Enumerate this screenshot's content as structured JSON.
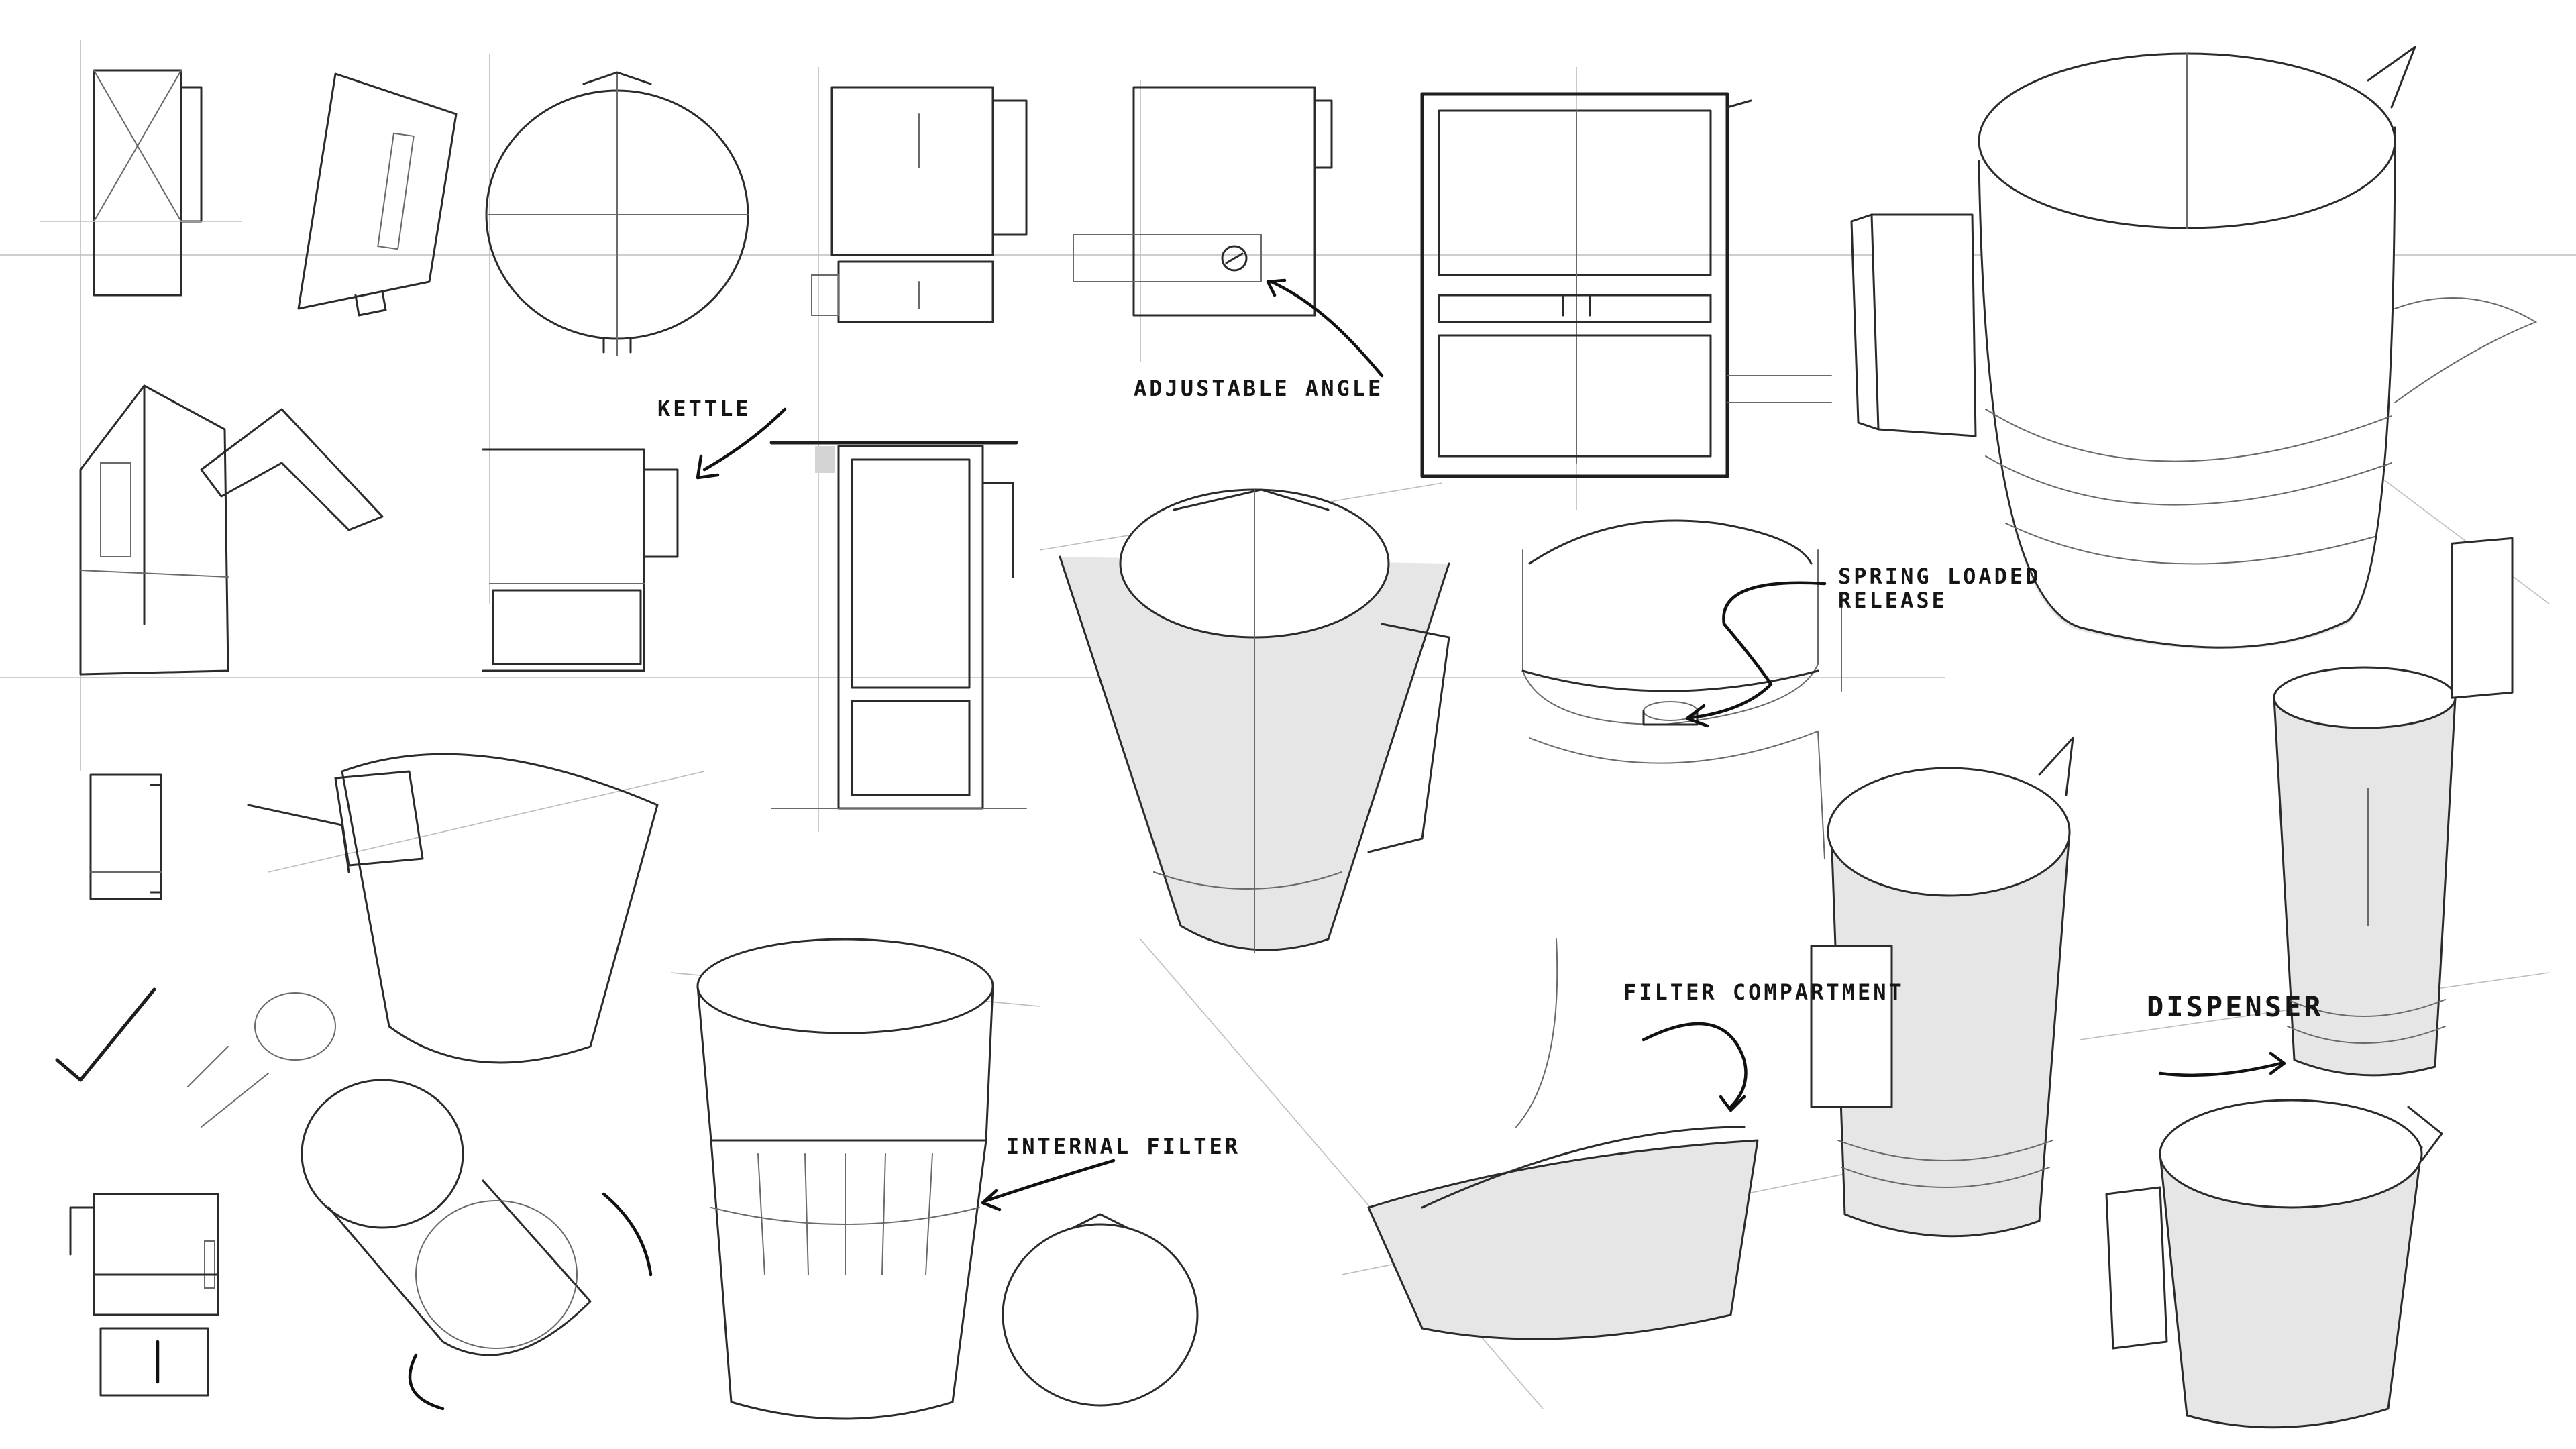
{
  "annotations": {
    "kettle": "KETTLE",
    "adjustable_angle": "ADJUSTABLE ANGLE",
    "spring_loaded_line1": "SPRING LOADED",
    "spring_loaded_line2": "RELEASE",
    "internal_filter": "INTERNAL FILTER",
    "filter_compartment": "FILTER COMPARTMENT",
    "dispenser": "DISPENSER"
  },
  "colors": {
    "paper": "#ffffff",
    "ink": "#2b2b2b",
    "construction": "#bdbdbd",
    "shade": "#e6e6e6"
  }
}
